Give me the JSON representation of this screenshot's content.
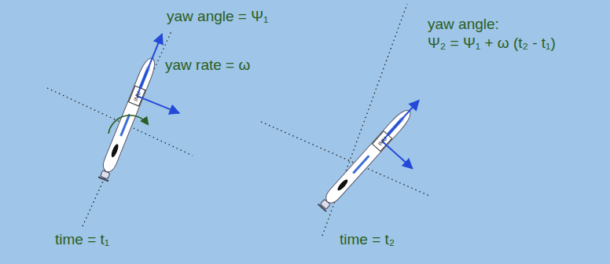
{
  "diagram": {
    "labels": [
      "yaw angle = Ψ₁",
      "yaw rate = ω",
      "IMU",
      "time = t₁",
      "yaw angle:",
      "Ψ₂ = Ψ₁ + ω (t₂ - t₁)",
      "IMU",
      "time = t₂"
    ]
  }
}
